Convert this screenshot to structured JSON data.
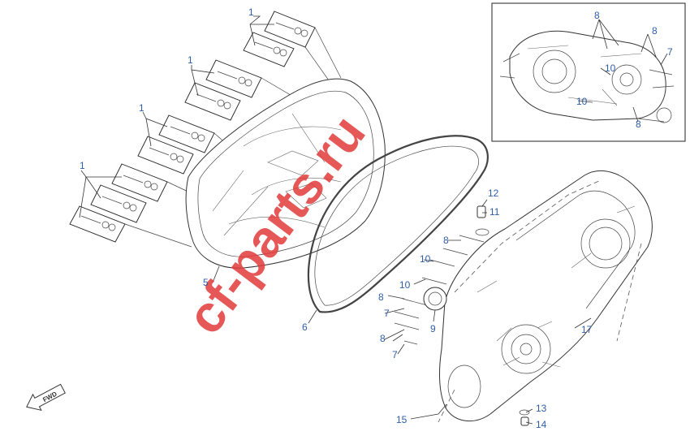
{
  "callouts": {
    "c1a": "1",
    "c1b": "1",
    "c1c": "1",
    "c1d": "1",
    "c5": "5",
    "c6": "6",
    "c7a": "7",
    "c7b": "7",
    "c7i": "7",
    "c8a": "8",
    "c8b": "8",
    "c8c": "8",
    "c8i1": "8",
    "c8i2": "8",
    "c8i3": "8",
    "c9": "9",
    "c10a": "10",
    "c10b": "10",
    "c10i1": "10",
    "c10i2": "10",
    "c11": "11",
    "c12": "12",
    "c13": "13",
    "c14": "14",
    "c15": "15",
    "c17": "17"
  },
  "watermark": "cf-parts.ru",
  "direction_label": "FWD",
  "colors": {
    "callout": "#2f5ea8",
    "watermark": "#e23a3a",
    "line": "#333333"
  },
  "icons": [
    "forward-arrow-icon"
  ]
}
